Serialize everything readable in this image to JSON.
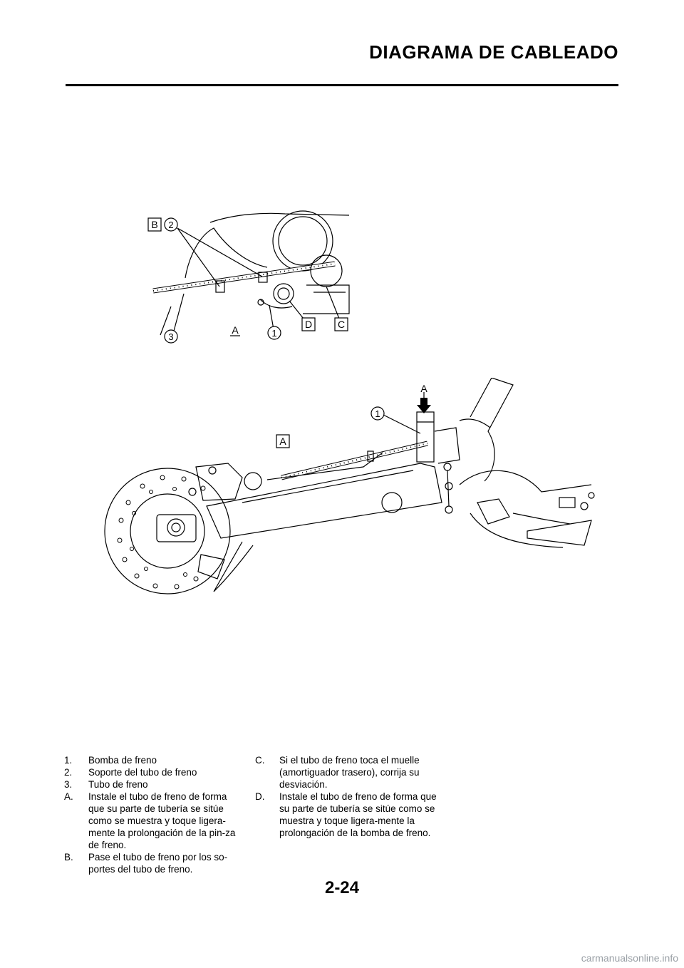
{
  "header": {
    "title": "DIAGRAMA DE CABLEADO"
  },
  "figure_top": {
    "callouts": {
      "b": "B",
      "n2": "2",
      "n3": "3",
      "a": "A",
      "n1": "1",
      "d": "D",
      "c": "C"
    }
  },
  "figure_bottom": {
    "callouts": {
      "arrow_a": "A",
      "n1": "1",
      "box_a": "A"
    }
  },
  "legend": {
    "left": [
      {
        "key": "1.",
        "text": "Bomba de freno"
      },
      {
        "key": "2.",
        "text": "Soporte del tubo de freno"
      },
      {
        "key": "3.",
        "text": "Tubo de freno"
      },
      {
        "key": "A.",
        "text": "Instale el tubo de freno de forma que su parte de tubería se sitúe como se muestra y toque ligera-mente la prolongación de la pin-za de freno."
      },
      {
        "key": "B.",
        "text": "Pase el tubo de freno por los so-portes del tubo de freno."
      }
    ],
    "right": [
      {
        "key": "C.",
        "text": "Si el tubo de freno toca el muelle (amortiguador trasero), corrija su desviación."
      },
      {
        "key": "D.",
        "text": "Instale el tubo de freno de forma que su parte de tubería se sitúe como se muestra y toque ligera-mente la prolongación de la bomba de freno."
      }
    ]
  },
  "footer": {
    "page_number": "2-24",
    "watermark": "carmanualsonline.info"
  }
}
